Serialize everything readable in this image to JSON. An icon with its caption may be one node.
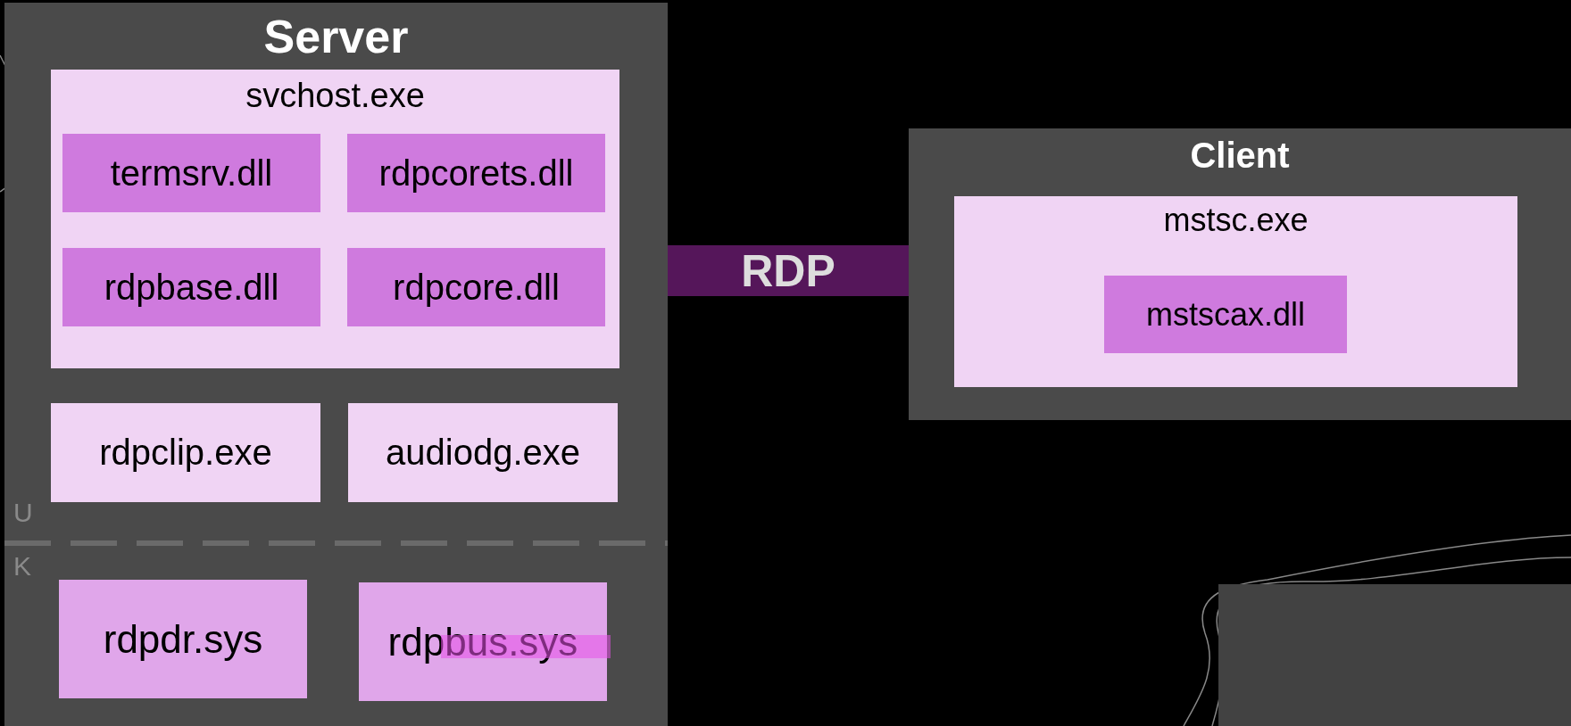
{
  "diagram": {
    "nodes": [
      {
        "text": [
          "Server"
        ]
      },
      {
        "text": [
          "svchost.exe"
        ],
        "in": 0
      },
      {
        "text": [
          "termsrv.dll"
        ],
        "in": 1
      },
      {
        "text": [
          "rdpcorets.dll"
        ],
        "in": 1
      },
      {
        "text": [
          "rdpbase.dll"
        ],
        "in": 1
      },
      {
        "text": [
          "rdpcore.dll"
        ],
        "in": 1
      },
      {
        "text": [
          "rdpclip.exe"
        ],
        "in": 0
      },
      {
        "text": [
          "audiodg.exe"
        ],
        "in": 0
      },
      {
        "text": [
          "rdpdr.sys"
        ],
        "in": 0
      },
      {
        "text": [
          "rdpbus.sys"
        ],
        "in": 0
      },
      {
        "text": [
          "RDP"
        ]
      },
      {
        "text": [
          "Client"
        ]
      },
      {
        "text": [
          "mstsc.exe"
        ],
        "in": 11
      },
      {
        "text": [
          "mstscax.dll"
        ],
        "in": 12
      },
      {
        "text": [],
        "shape": "box"
      }
    ],
    "labels": [
      "U",
      "K"
    ]
  }
}
